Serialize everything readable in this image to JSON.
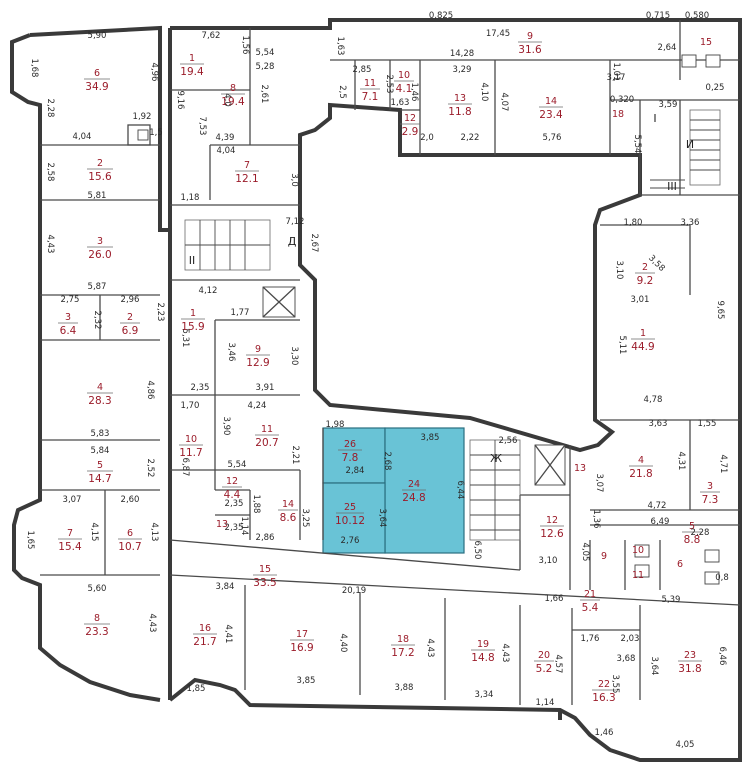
{
  "rooms": [
    {
      "id": "r1-6",
      "number": "6",
      "area": "34.9"
    },
    {
      "id": "r1-2",
      "number": "2",
      "area": "15.6"
    },
    {
      "id": "r1-3",
      "number": "3",
      "area": "26.0"
    },
    {
      "id": "r1-3b",
      "number": "3",
      "area": "6.4"
    },
    {
      "id": "r1-2b",
      "number": "2",
      "area": "6.9"
    },
    {
      "id": "r1-4",
      "number": "4",
      "area": "28.3"
    },
    {
      "id": "r1-5",
      "number": "5",
      "area": "14.7"
    },
    {
      "id": "r1-7",
      "number": "7",
      "area": "15.4"
    },
    {
      "id": "r1-6b",
      "number": "6",
      "area": "10.7"
    },
    {
      "id": "r1-8",
      "number": "8",
      "area": "23.3"
    },
    {
      "id": "r2-1",
      "number": "1",
      "area": "19.4"
    },
    {
      "id": "r2-8",
      "number": "8",
      "area": "19.4"
    },
    {
      "id": "r2-7",
      "number": "7",
      "area": "12.1"
    },
    {
      "id": "r2-9",
      "number": "9",
      "area": "31.6"
    },
    {
      "id": "r2-11",
      "number": "11",
      "area": "7.1"
    },
    {
      "id": "r2-10",
      "number": "10",
      "area": "4.1"
    },
    {
      "id": "r2-12",
      "number": "12",
      "area": "2.9"
    },
    {
      "id": "r2-13",
      "number": "13",
      "area": "11.8"
    },
    {
      "id": "r2-14",
      "number": "14",
      "area": "23.4"
    },
    {
      "id": "r2-15",
      "number": "15",
      "area": ""
    },
    {
      "id": "r2-18",
      "number": "18",
      "area": ""
    },
    {
      "id": "r3-1",
      "number": "1",
      "area": "15.9"
    },
    {
      "id": "r3-9",
      "number": "9",
      "area": "12.9"
    },
    {
      "id": "r3-10",
      "number": "10",
      "area": "11.7"
    },
    {
      "id": "r3-11",
      "number": "11",
      "area": "20.7"
    },
    {
      "id": "r3-12",
      "number": "12",
      "area": "4.4"
    },
    {
      "id": "r3-13",
      "number": "13",
      "area": ""
    },
    {
      "id": "r3-14",
      "number": "14",
      "area": "8.6"
    },
    {
      "id": "r3-26",
      "number": "26",
      "area": "7.8"
    },
    {
      "id": "r3-24",
      "number": "24",
      "area": "24.8"
    },
    {
      "id": "r3-25",
      "number": "25",
      "area": "10.12"
    },
    {
      "id": "r4-2",
      "number": "2",
      "area": "9.2"
    },
    {
      "id": "r4-1",
      "number": "1",
      "area": "44.9"
    },
    {
      "id": "r4-4",
      "number": "4",
      "area": "21.8"
    },
    {
      "id": "r4-3",
      "number": "3",
      "area": "7.3"
    },
    {
      "id": "r4-13",
      "number": "13",
      "area": ""
    },
    {
      "id": "r4-12",
      "number": "12",
      "area": "12.6"
    },
    {
      "id": "r4-5",
      "number": "5",
      "area": "8.8"
    },
    {
      "id": "r4-9",
      "number": "9",
      "area": ""
    },
    {
      "id": "r4-10",
      "number": "10",
      "area": ""
    },
    {
      "id": "r4-11",
      "number": "11",
      "area": ""
    },
    {
      "id": "r4-6",
      "number": "6",
      "area": ""
    },
    {
      "id": "r5-15",
      "number": "15",
      "area": "33.5"
    },
    {
      "id": "r5-16",
      "number": "16",
      "area": "21.7"
    },
    {
      "id": "r5-17",
      "number": "17",
      "area": "16.9"
    },
    {
      "id": "r5-18",
      "number": "18",
      "area": "17.2"
    },
    {
      "id": "r5-19",
      "number": "19",
      "area": "14.8"
    },
    {
      "id": "r5-20",
      "number": "20",
      "area": "5.2"
    },
    {
      "id": "r5-21",
      "number": "21",
      "area": "5.4"
    },
    {
      "id": "r5-22",
      "number": "22",
      "area": "16.3"
    },
    {
      "id": "r5-23",
      "number": "23",
      "area": "31.8"
    }
  ],
  "letters": [
    "Д",
    "II",
    "Ж",
    "И",
    "I",
    "III"
  ],
  "dimensions": [
    "5,90",
    "4,96",
    "1,68",
    "2,28",
    "4,04",
    "1,92",
    "1,5",
    "2,58",
    "5,81",
    "4,43",
    "5,87",
    "2,75",
    "2,96",
    "2,32",
    "2,23",
    "4,86",
    "5,83",
    "5,84",
    "2,52",
    "3,07",
    "2,60",
    "1,65",
    "4,15",
    "4,13",
    "5,60",
    "4,43",
    "7,62",
    "1,56",
    "5,54",
    "5,28",
    "9,16",
    "7,53",
    "4,0",
    "2,61",
    "4,39",
    "4,04",
    "3,0",
    "1,18",
    "7,12",
    "2,67",
    "1,63",
    "17,45",
    "2,85",
    "3,29",
    "14,28",
    "2,5",
    "2,53",
    "1,63",
    "1,46",
    "4,10",
    "4,07",
    "2,0",
    "2,22",
    "5,76",
    "1,01",
    "3,17",
    "2,64",
    "0,825",
    "0,715",
    "0,580",
    "0,320",
    "0,25",
    "3,59",
    "5,54",
    "4,12",
    "1,77",
    "5,31",
    "3,46",
    "3,30",
    "2,35",
    "3,91",
    "1,70",
    "4,24",
    "3,90",
    "6,87",
    "2,21",
    "5,54",
    "1,88",
    "2,35",
    "1,14",
    "2,35",
    "2,86",
    "3,25",
    "1,98",
    "3,85",
    "2,84",
    "2,68",
    "3,64",
    "6,44",
    "2,76",
    "2,56",
    "6,50",
    "3,10",
    "4,05",
    "1,80",
    "3,36",
    "3,10",
    "3,58",
    "3,01",
    "9,65",
    "5,11",
    "4,78",
    "3,63",
    "1,55",
    "4,31",
    "4,71",
    "3,07",
    "4,72",
    "1,36",
    "6,49",
    "2,28",
    "0,8",
    "3,84",
    "20,19",
    "1,66",
    "5,39",
    "4,41",
    "4,40",
    "4,43",
    "4,43",
    "4,57",
    "1,76",
    "2,03",
    "3,68",
    "3,64",
    "6,46",
    "3,55",
    "1,85",
    "3,85",
    "3,88",
    "3,34",
    "1,14",
    "1,46",
    "4,05"
  ]
}
